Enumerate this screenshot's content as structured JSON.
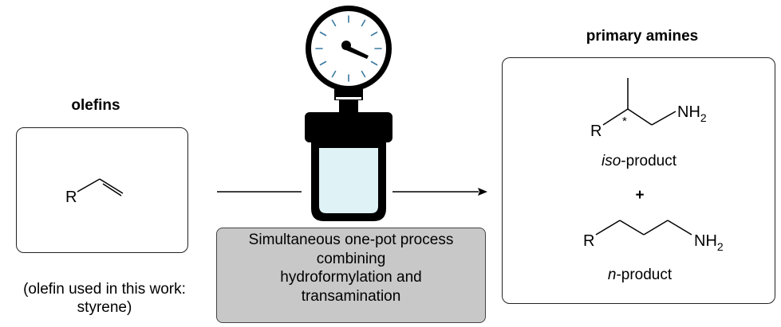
{
  "left": {
    "title": "olefins",
    "r_label": "R",
    "caption_line1": "(olefin used in this work:",
    "caption_line2": "styrene)"
  },
  "center": {
    "process_lines": [
      "Simultaneous one-pot process",
      "combining",
      "hydroformylation and",
      "transamination"
    ],
    "vessel_color": "#dff2f5"
  },
  "right": {
    "title": "primary amines",
    "iso": {
      "r_label": "R",
      "nh2_label": "NH",
      "nh2_sub": "2",
      "stereo_mark": "*",
      "name_italic": "iso",
      "name_rest": "-product"
    },
    "plus": "+",
    "n": {
      "r_label": "R",
      "nh2_label": "NH",
      "nh2_sub": "2",
      "name_italic": "n",
      "name_rest": "-product"
    }
  }
}
